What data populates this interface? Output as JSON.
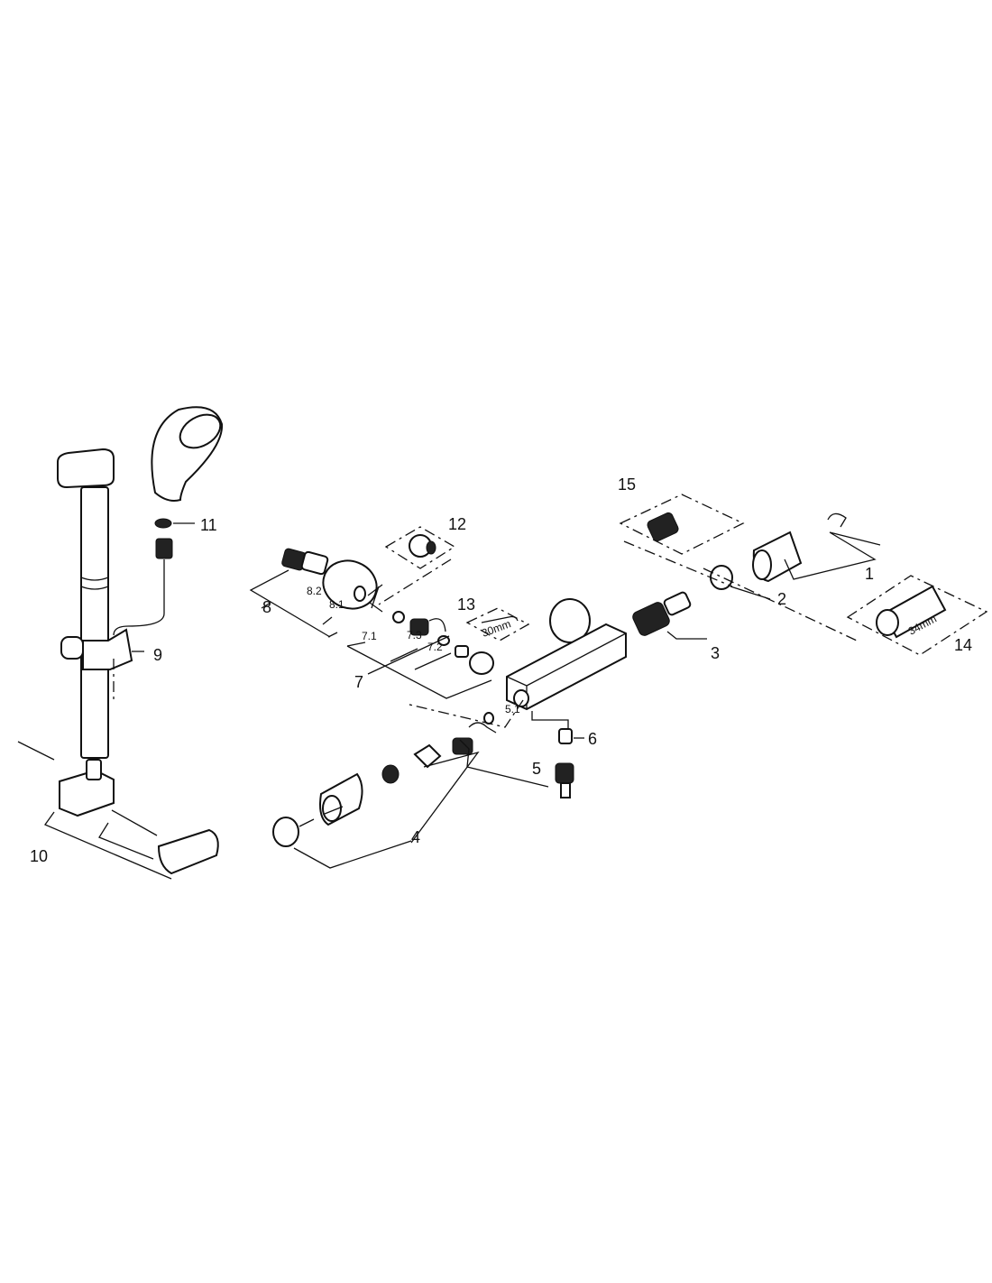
{
  "diagram": {
    "labels": {
      "p1": "1",
      "p2": "2",
      "p3": "3",
      "p4": "4",
      "p5": "5",
      "p5_1": "5.1",
      "p6": "6",
      "p7": "7",
      "p7_1": "7.1",
      "p7_2": "7.2",
      "p7_3": "7.3",
      "p8": "8",
      "p8_1": "8.1",
      "p8_2": "8.2",
      "p9": "9",
      "p10": "10",
      "p11": "11",
      "p12": "12",
      "p13": "13",
      "p14": "14",
      "p15": "15"
    },
    "annotations": {
      "wrench_size": "30mm",
      "cartridge_size": "34mm"
    }
  }
}
